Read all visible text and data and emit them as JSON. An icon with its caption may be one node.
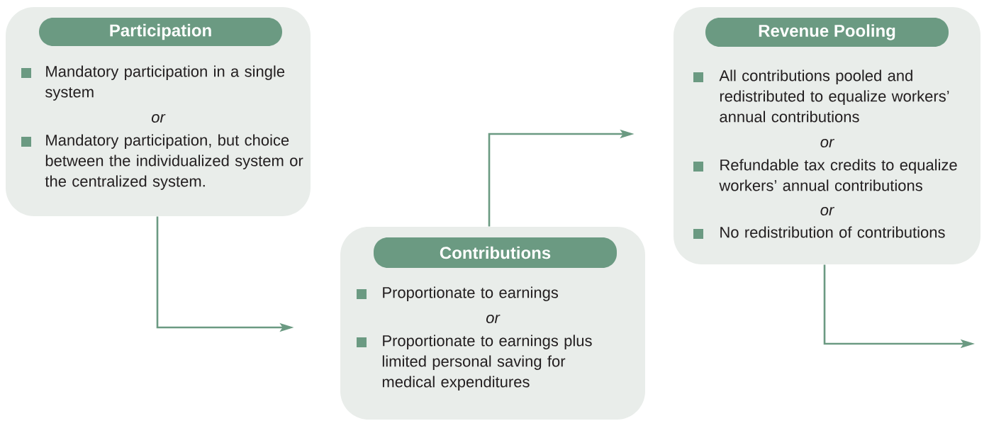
{
  "diagram": {
    "nodes": [
      {
        "text": [
          "Participation",
          "Mandatory participation in a single system",
          "or",
          "Mandatory participation, but choice between the individualized system or the centralized system."
        ]
      },
      {
        "text": [
          "Contributions",
          "Proportionate to earnings",
          "or",
          "Proportionate to earnings plus limited personal saving for medical expenditures"
        ]
      },
      {
        "text": [
          "Revenue Pooling",
          "All contributions pooled and redistributed to equalize workers’ annual contributions",
          "or",
          "Refundable tax credits to equalize workers’ annual contributions",
          "or",
          "No redistribution of contributions"
        ]
      }
    ],
    "edges": [
      {
        "from": 0,
        "to": 1,
        "arrow": "to"
      },
      {
        "from": 1,
        "to": 2,
        "arrow": "to"
      },
      {
        "from": 2,
        "to": null,
        "arrow": "to"
      }
    ]
  }
}
